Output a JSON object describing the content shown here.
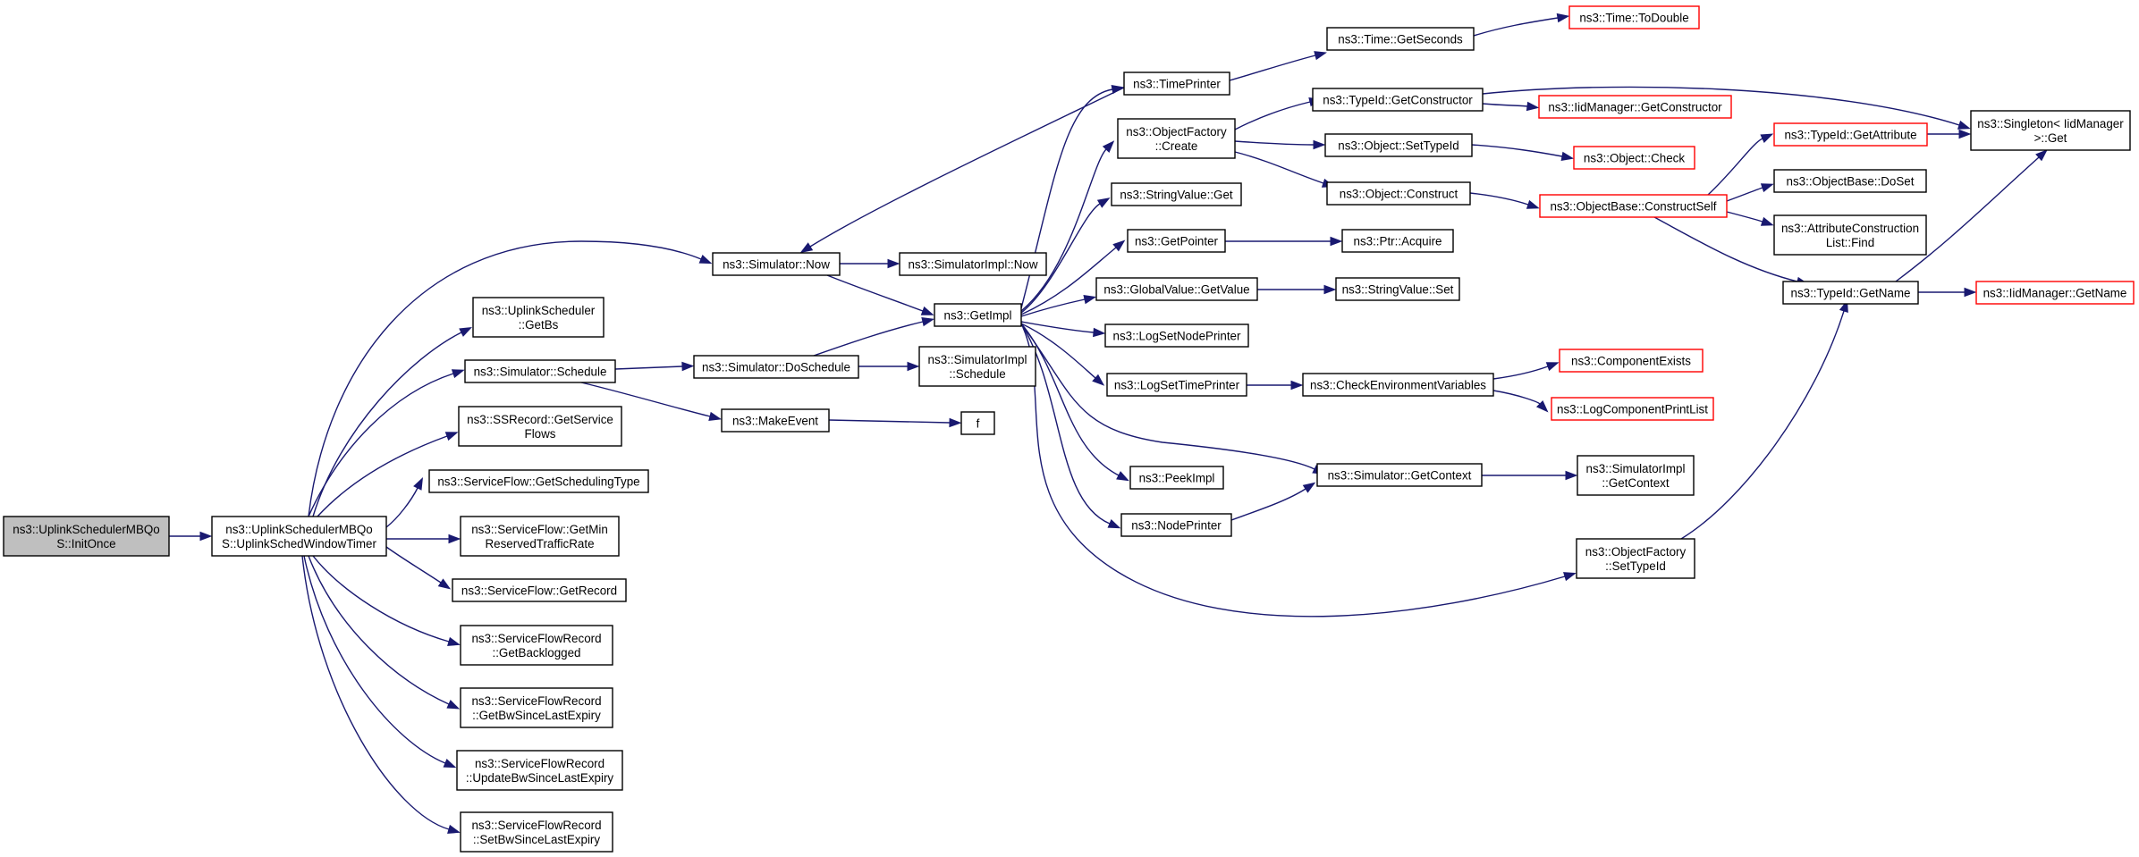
{
  "diagram": {
    "colors": {
      "edge": "#191970",
      "node_border": "#000000",
      "node_border_truncated": "#ff0000",
      "root_fill": "#bfbfbf",
      "node_fill": "#ffffff"
    },
    "nodes": [
      {
        "id": "n0",
        "lines": [
          "ns3::UplinkSchedulerMBQo",
          "S::InitOnce"
        ],
        "style": "root"
      },
      {
        "id": "n1",
        "lines": [
          "ns3::UplinkSchedulerMBQo",
          "S::UplinkSchedWindowTimer"
        ],
        "style": "normal"
      },
      {
        "id": "n2",
        "lines": [
          "ns3::Simulator::Now"
        ],
        "style": "normal"
      },
      {
        "id": "n3",
        "lines": [
          "ns3::UplinkScheduler",
          "::GetBs"
        ],
        "style": "normal"
      },
      {
        "id": "n4",
        "lines": [
          "ns3::Simulator::Schedule"
        ],
        "style": "normal"
      },
      {
        "id": "n5",
        "lines": [
          "ns3::SSRecord::GetService",
          "Flows"
        ],
        "style": "normal"
      },
      {
        "id": "n6",
        "lines": [
          "ns3::ServiceFlow::GetSchedulingType"
        ],
        "style": "normal"
      },
      {
        "id": "n7",
        "lines": [
          "ns3::ServiceFlow::GetMin",
          "ReservedTrafficRate"
        ],
        "style": "normal"
      },
      {
        "id": "n8",
        "lines": [
          "ns3::ServiceFlow::GetRecord"
        ],
        "style": "normal"
      },
      {
        "id": "n9",
        "lines": [
          "ns3::ServiceFlowRecord",
          "::GetBacklogged"
        ],
        "style": "normal"
      },
      {
        "id": "n10",
        "lines": [
          "ns3::ServiceFlowRecord",
          "::GetBwSinceLastExpiry"
        ],
        "style": "normal"
      },
      {
        "id": "n11",
        "lines": [
          "ns3::ServiceFlowRecord",
          "::UpdateBwSinceLastExpiry"
        ],
        "style": "normal"
      },
      {
        "id": "n12",
        "lines": [
          "ns3::ServiceFlowRecord",
          "::SetBwSinceLastExpiry"
        ],
        "style": "normal"
      },
      {
        "id": "n13",
        "lines": [
          "ns3::SimulatorImpl::Now"
        ],
        "style": "normal"
      },
      {
        "id": "n14",
        "lines": [
          "ns3::GetImpl"
        ],
        "style": "normal"
      },
      {
        "id": "n15",
        "lines": [
          "ns3::Simulator::DoSchedule"
        ],
        "style": "normal"
      },
      {
        "id": "n16",
        "lines": [
          "ns3::MakeEvent"
        ],
        "style": "normal"
      },
      {
        "id": "n17",
        "lines": [
          "ns3::SimulatorImpl",
          "::Schedule"
        ],
        "style": "normal"
      },
      {
        "id": "n18",
        "lines": [
          "f"
        ],
        "style": "normal"
      },
      {
        "id": "n19",
        "lines": [
          "ns3::TimePrinter"
        ],
        "style": "normal"
      },
      {
        "id": "n20",
        "lines": [
          "ns3::ObjectFactory",
          "::Create"
        ],
        "style": "normal"
      },
      {
        "id": "n21",
        "lines": [
          "ns3::StringValue::Get"
        ],
        "style": "normal"
      },
      {
        "id": "n22",
        "lines": [
          "ns3::GetPointer"
        ],
        "style": "normal"
      },
      {
        "id": "n23",
        "lines": [
          "ns3::GlobalValue::GetValue"
        ],
        "style": "normal"
      },
      {
        "id": "n24",
        "lines": [
          "ns3::LogSetNodePrinter"
        ],
        "style": "normal"
      },
      {
        "id": "n25",
        "lines": [
          "ns3::LogSetTimePrinter"
        ],
        "style": "normal"
      },
      {
        "id": "n26",
        "lines": [
          "ns3::PeekImpl"
        ],
        "style": "normal"
      },
      {
        "id": "n27",
        "lines": [
          "ns3::NodePrinter"
        ],
        "style": "normal"
      },
      {
        "id": "n28",
        "lines": [
          "ns3::Simulator::GetContext"
        ],
        "style": "normal"
      },
      {
        "id": "n29",
        "lines": [
          "ns3::ObjectFactory",
          "::SetTypeId"
        ],
        "style": "normal"
      },
      {
        "id": "n30",
        "lines": [
          "ns3::Time::GetSeconds"
        ],
        "style": "normal"
      },
      {
        "id": "n31",
        "lines": [
          "ns3::Time::ToDouble"
        ],
        "style": "truncated"
      },
      {
        "id": "n32",
        "lines": [
          "ns3::TypeId::GetConstructor"
        ],
        "style": "normal"
      },
      {
        "id": "n33",
        "lines": [
          "ns3::Object::SetTypeId"
        ],
        "style": "normal"
      },
      {
        "id": "n34",
        "lines": [
          "ns3::Object::Construct"
        ],
        "style": "normal"
      },
      {
        "id": "n35",
        "lines": [
          "ns3::IidManager::GetConstructor"
        ],
        "style": "truncated"
      },
      {
        "id": "n36",
        "lines": [
          "ns3::Object::Check"
        ],
        "style": "truncated"
      },
      {
        "id": "n37",
        "lines": [
          "ns3::ObjectBase::ConstructSelf"
        ],
        "style": "truncated"
      },
      {
        "id": "n38",
        "lines": [
          "ns3::Ptr::Acquire"
        ],
        "style": "normal"
      },
      {
        "id": "n39",
        "lines": [
          "ns3::StringValue::Set"
        ],
        "style": "normal"
      },
      {
        "id": "n40",
        "lines": [
          "ns3::CheckEnvironmentVariables"
        ],
        "style": "normal"
      },
      {
        "id": "n41",
        "lines": [
          "ns3::ComponentExists"
        ],
        "style": "truncated"
      },
      {
        "id": "n42",
        "lines": [
          "ns3::LogComponentPrintList"
        ],
        "style": "truncated"
      },
      {
        "id": "n43",
        "lines": [
          "ns3::SimulatorImpl",
          "::GetContext"
        ],
        "style": "normal"
      },
      {
        "id": "n44",
        "lines": [
          "ns3::TypeId::GetAttribute"
        ],
        "style": "truncated"
      },
      {
        "id": "n45",
        "lines": [
          "ns3::ObjectBase::DoSet"
        ],
        "style": "normal"
      },
      {
        "id": "n46",
        "lines": [
          "ns3::AttributeConstruction",
          "List::Find"
        ],
        "style": "normal"
      },
      {
        "id": "n47",
        "lines": [
          "ns3::TypeId::GetName"
        ],
        "style": "normal"
      },
      {
        "id": "n48",
        "lines": [
          "ns3::Singleton< IidManager",
          " >::Get"
        ],
        "style": "normal"
      },
      {
        "id": "n49",
        "lines": [
          "ns3::IidManager::GetName"
        ],
        "style": "truncated"
      }
    ],
    "edges": [
      {
        "id": "e0",
        "from": "n0",
        "to": "n1"
      },
      {
        "id": "e1",
        "from": "n1",
        "to": "n2"
      },
      {
        "id": "e2",
        "from": "n1",
        "to": "n3"
      },
      {
        "id": "e3",
        "from": "n1",
        "to": "n4"
      },
      {
        "id": "e4",
        "from": "n1",
        "to": "n5"
      },
      {
        "id": "e5",
        "from": "n1",
        "to": "n6"
      },
      {
        "id": "e6",
        "from": "n1",
        "to": "n7"
      },
      {
        "id": "e7",
        "from": "n1",
        "to": "n8"
      },
      {
        "id": "e8",
        "from": "n1",
        "to": "n9"
      },
      {
        "id": "e9",
        "from": "n1",
        "to": "n10"
      },
      {
        "id": "e10",
        "from": "n1",
        "to": "n11"
      },
      {
        "id": "e11",
        "from": "n1",
        "to": "n12"
      },
      {
        "id": "e12",
        "from": "n2",
        "to": "n13"
      },
      {
        "id": "e13",
        "from": "n2",
        "to": "n14"
      },
      {
        "id": "e14",
        "from": "n4",
        "to": "n15"
      },
      {
        "id": "e15",
        "from": "n4",
        "to": "n16"
      },
      {
        "id": "e16",
        "from": "n15",
        "to": "n14"
      },
      {
        "id": "e17",
        "from": "n15",
        "to": "n17"
      },
      {
        "id": "e18",
        "from": "n16",
        "to": "n18"
      },
      {
        "id": "e19",
        "from": "n19",
        "to": "n2"
      },
      {
        "id": "e20",
        "from": "n19",
        "to": "n30"
      },
      {
        "id": "e21",
        "from": "n14",
        "to": "n19"
      },
      {
        "id": "e22",
        "from": "n14",
        "to": "n20"
      },
      {
        "id": "e23",
        "from": "n14",
        "to": "n21"
      },
      {
        "id": "e24",
        "from": "n14",
        "to": "n22"
      },
      {
        "id": "e25",
        "from": "n14",
        "to": "n23"
      },
      {
        "id": "e26",
        "from": "n14",
        "to": "n24"
      },
      {
        "id": "e27",
        "from": "n14",
        "to": "n25"
      },
      {
        "id": "e28",
        "from": "n14",
        "to": "n26"
      },
      {
        "id": "e29",
        "from": "n14",
        "to": "n27"
      },
      {
        "id": "e30",
        "from": "n14",
        "to": "n28"
      },
      {
        "id": "e31",
        "from": "n14",
        "to": "n29"
      },
      {
        "id": "e32",
        "from": "n30",
        "to": "n31"
      },
      {
        "id": "e33",
        "from": "n20",
        "to": "n32"
      },
      {
        "id": "e34",
        "from": "n20",
        "to": "n33"
      },
      {
        "id": "e35",
        "from": "n20",
        "to": "n34"
      },
      {
        "id": "e36",
        "from": "n32",
        "to": "n35"
      },
      {
        "id": "e37",
        "from": "n32",
        "to": "n48"
      },
      {
        "id": "e38",
        "from": "n33",
        "to": "n36"
      },
      {
        "id": "e39",
        "from": "n34",
        "to": "n37"
      },
      {
        "id": "e40",
        "from": "n22",
        "to": "n38"
      },
      {
        "id": "e41",
        "from": "n23",
        "to": "n39"
      },
      {
        "id": "e42",
        "from": "n25",
        "to": "n40"
      },
      {
        "id": "e43",
        "from": "n40",
        "to": "n41"
      },
      {
        "id": "e44",
        "from": "n40",
        "to": "n42"
      },
      {
        "id": "e45",
        "from": "n27",
        "to": "n28"
      },
      {
        "id": "e46",
        "from": "n28",
        "to": "n43"
      },
      {
        "id": "e47",
        "from": "n29",
        "to": "n47"
      },
      {
        "id": "e48",
        "from": "n37",
        "to": "n44"
      },
      {
        "id": "e49",
        "from": "n37",
        "to": "n45"
      },
      {
        "id": "e50",
        "from": "n37",
        "to": "n46"
      },
      {
        "id": "e51",
        "from": "n37",
        "to": "n47"
      },
      {
        "id": "e52",
        "from": "n44",
        "to": "n48"
      },
      {
        "id": "e53",
        "from": "n47",
        "to": "n48"
      },
      {
        "id": "e54",
        "from": "n47",
        "to": "n49"
      }
    ]
  }
}
